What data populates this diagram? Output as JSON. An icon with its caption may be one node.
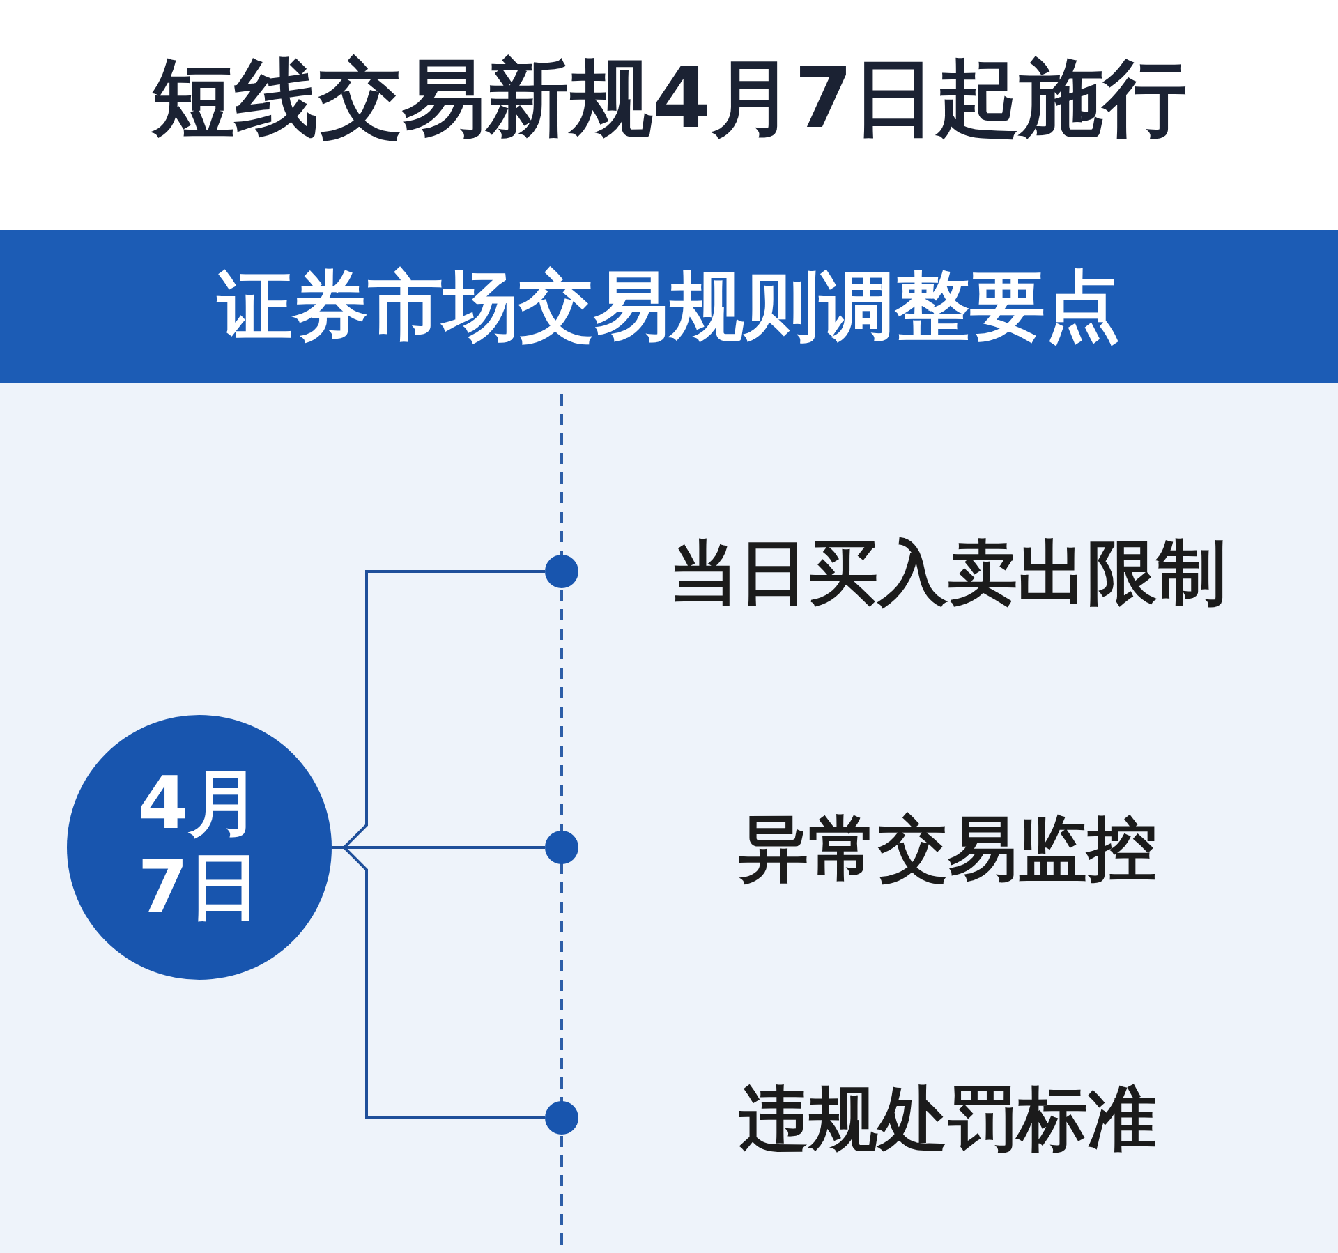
{
  "diagram": {
    "title": "短线交易新规4月7日起施行",
    "nodes": [
      {
        "text": [
          "证券市场交易规则调整要点"
        ]
      },
      {
        "text": [
          "4月7日"
        ]
      },
      {
        "text": [],
        "shape": "circle",
        "beside": [
          "当日买入卖出限制"
        ]
      },
      {
        "text": [],
        "shape": "circle",
        "beside": [
          "异常交易监控"
        ]
      },
      {
        "text": [],
        "shape": "circle",
        "beside": [
          "违规处罚标准"
        ]
      }
    ],
    "edges": [
      {
        "from": 1,
        "to": 2,
        "arrow": "none"
      },
      {
        "from": 1,
        "to": 3,
        "arrow": "none"
      },
      {
        "from": 1,
        "to": 4,
        "arrow": "none"
      }
    ]
  }
}
